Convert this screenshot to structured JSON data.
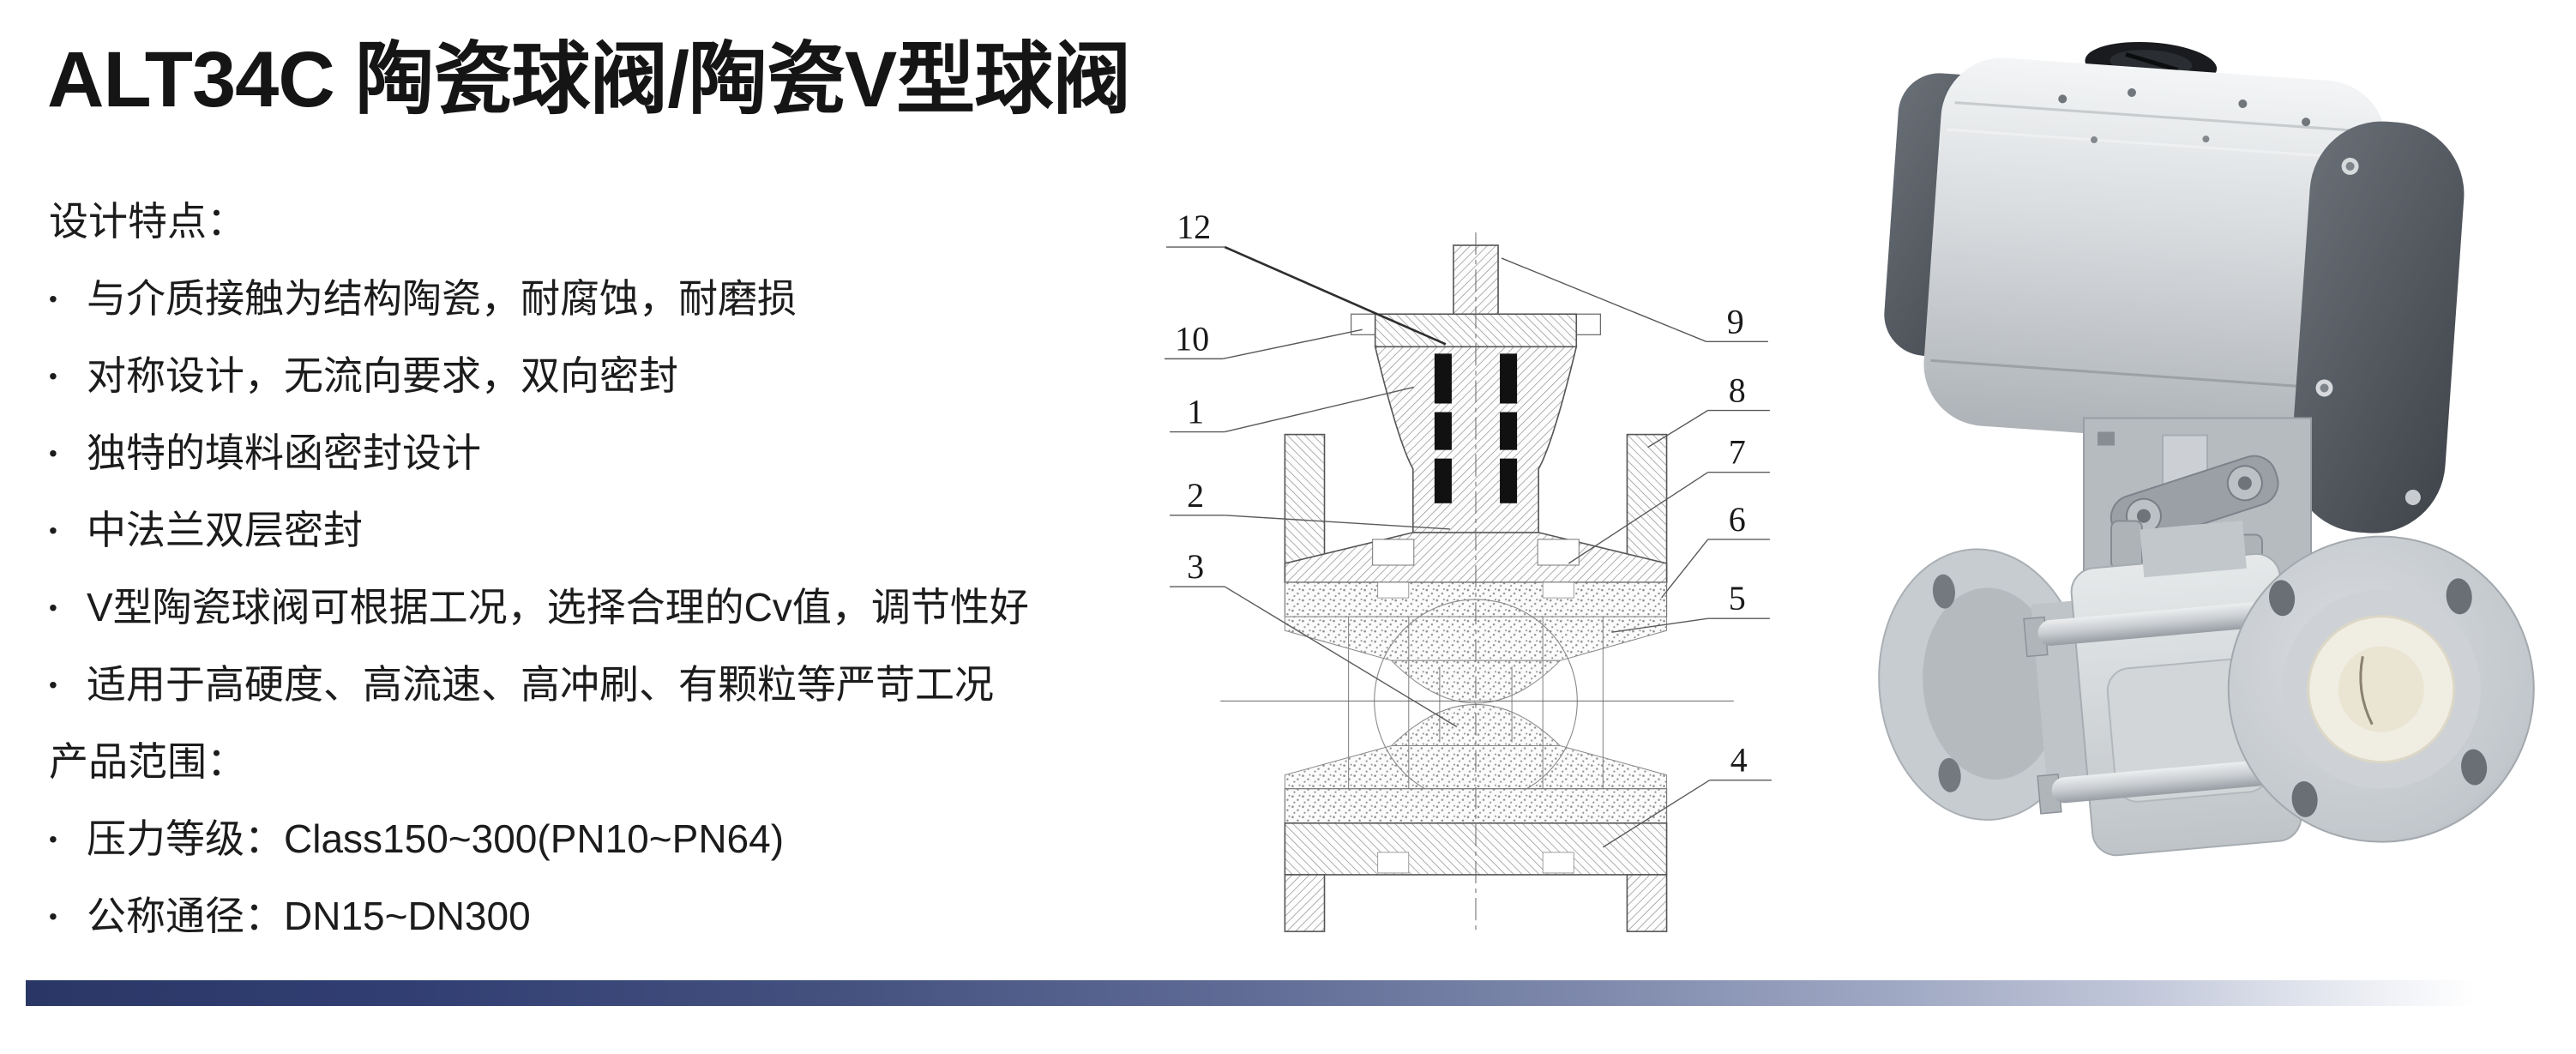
{
  "page": {
    "title": "ALT34C 陶瓷球阀/陶瓷V型球阀"
  },
  "features": {
    "heading": "设计特点：",
    "bullet": "•",
    "items": [
      "与介质接触为结构陶瓷，耐腐蚀，耐磨损",
      "对称设计，无流向要求，双向密封",
      "独特的填料函密封设计",
      "中法兰双层密封",
      "V型陶瓷球阀可根据工况，选择合理的Cv值，调节性好",
      "适用于高硬度、高流速、高冲刷、有颗粒等严苛工况"
    ]
  },
  "range": {
    "heading": "产品范围：",
    "items": [
      "压力等级：Class150~300(PN10~PN64)",
      "公称通径：DN15~DN300"
    ]
  },
  "diagram": {
    "callouts": {
      "left": [
        "12",
        "10",
        "1",
        "2",
        "3"
      ],
      "right": [
        "9",
        "8",
        "7",
        "6",
        "5",
        "4"
      ]
    }
  },
  "colors": {
    "footer_navy": "#2a3766",
    "actuator_gray": "#d7dadd",
    "cap_dark_gray": "#42474e",
    "knob_black": "#23262a",
    "indicator_yellow": "#e8d22f",
    "ceramic_white": "#f0ede2"
  }
}
